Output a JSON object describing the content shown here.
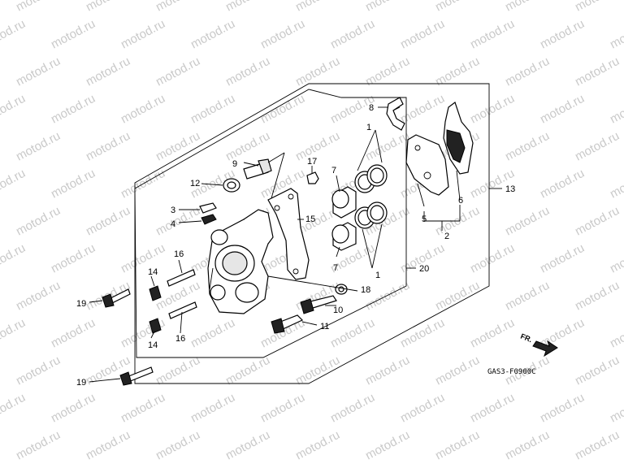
{
  "watermark": {
    "text": "motod.ru"
  },
  "drawing_code": "GAS3-F0900C",
  "front_marker": {
    "label": "FR."
  },
  "callouts": {
    "c1_top": "1",
    "c1_bottom": "1",
    "c2": "2",
    "c3": "3",
    "c4": "4",
    "c5": "5",
    "c6": "6",
    "c7_top": "7",
    "c7_bottom": "7",
    "c8": "8",
    "c9": "9",
    "c10": "10",
    "c11": "11",
    "c12": "12",
    "c13": "13",
    "c14_top": "14",
    "c14_bottom": "14",
    "c15": "15",
    "c16_top": "16",
    "c16_bottom": "16",
    "c17": "17",
    "c18": "18",
    "c19_top": "19",
    "c19_bottom": "19",
    "c20": "20"
  }
}
